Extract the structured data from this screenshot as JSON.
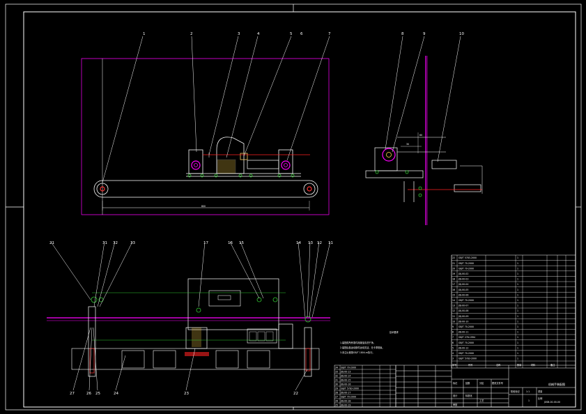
{
  "balloons_top": [
    "1",
    "2",
    "3",
    "4",
    "5",
    "6",
    "7"
  ],
  "balloons_side": [
    "8",
    "9",
    "10"
  ],
  "balloons_bottom_top": [
    "21",
    "31",
    "32",
    "33",
    "17",
    "16",
    "15",
    "14",
    "13",
    "12",
    "11"
  ],
  "balloons_bottom_low": [
    "27",
    "26",
    "25",
    "24",
    "23",
    "22"
  ],
  "parts_list": {
    "rows": [
      {
        "no": "22",
        "code": "GB/T 5783-2000",
        "name": "",
        "qty": "1"
      },
      {
        "no": "21",
        "code": "GB/T 70-2000",
        "name": "",
        "qty": "1"
      },
      {
        "no": "20",
        "code": "GB/T 70-2000",
        "name": "",
        "qty": "1"
      },
      {
        "no": "19",
        "code": "JXJ-00-02",
        "name": "",
        "qty": "1"
      },
      {
        "no": "18",
        "code": "JXJ-00-03",
        "name": "",
        "qty": "1"
      },
      {
        "no": "17",
        "code": "JXJ-00-04",
        "name": "",
        "qty": "1"
      },
      {
        "no": "16",
        "code": "JXJ-00-05",
        "name": "",
        "qty": "1"
      },
      {
        "no": "15",
        "code": "JXJ-00-06",
        "name": "",
        "qty": "1"
      },
      {
        "no": "14",
        "code": "GB/T 70-2000",
        "name": "",
        "qty": "1"
      },
      {
        "no": "13",
        "code": "JXJ-00-07",
        "name": "",
        "qty": "1"
      },
      {
        "no": "12",
        "code": "JXJ-00-08",
        "name": "",
        "qty": "1"
      },
      {
        "no": "11",
        "code": "JXJ-00-09",
        "name": "",
        "qty": "1"
      },
      {
        "no": "10",
        "code": "JXJ-00-10",
        "name": "",
        "qty": "1"
      },
      {
        "no": "9",
        "code": "GB/T 70-2000",
        "name": "",
        "qty": "1"
      },
      {
        "no": "8",
        "code": "JXJ-00-11",
        "name": "",
        "qty": "1"
      },
      {
        "no": "7",
        "code": "GB/T 276-1994",
        "name": "",
        "qty": "1"
      },
      {
        "no": "6",
        "code": "GB/T 70-2000",
        "name": "",
        "qty": "1"
      },
      {
        "no": "5",
        "code": "JXJ-00-12",
        "name": "",
        "qty": "1"
      },
      {
        "no": "4",
        "code": "GB/T 70-2000",
        "name": "",
        "qty": "1"
      },
      {
        "no": "3",
        "code": "GB/T 5783-2000",
        "name": "",
        "qty": "1"
      }
    ],
    "header": [
      "序号",
      "代号",
      "名称",
      "数量",
      "材料",
      "备注"
    ]
  },
  "lower_list_rows": [
    {
      "no": "34",
      "code": "GB/T 70-2000"
    },
    {
      "no": "33",
      "code": "JXJ-00-13"
    },
    {
      "no": "32",
      "code": "JXJ-00-14"
    },
    {
      "no": "31",
      "code": "JXJ-00-15"
    },
    {
      "no": "30",
      "code": "JXJ-00-16"
    },
    {
      "no": "29",
      "code": "GB/T 5783-2000"
    },
    {
      "no": "28",
      "code": "JXJ-00-17"
    },
    {
      "no": "27",
      "code": "GB/T 70-2000"
    },
    {
      "no": "26",
      "code": "JXJ-00-18"
    },
    {
      "no": "25",
      "code": "JXJ-00-19"
    }
  ],
  "title_block": {
    "title": "机械手装配图",
    "drawing_no": "JXSB-00-00-00",
    "scale": "1:1",
    "sheet": "1",
    "labels": [
      "标记",
      "处数",
      "分区",
      "更改文件号",
      "签名",
      "年月日",
      "设计",
      "标准化",
      "审核",
      "工艺",
      "批准",
      "阶段标记",
      "重量",
      "比例"
    ]
  },
  "tech_req": {
    "heading": "技术要求",
    "lines": [
      "1.装配前所有零件用煤油清洗干净。",
      "2.装配后各运动部件运动灵活，无卡滞现象。",
      "3.未注公差按GB/T 1804-m执行。"
    ]
  },
  "dims": {
    "top_width": "800",
    "side_a": "60",
    "side_b": "30"
  }
}
